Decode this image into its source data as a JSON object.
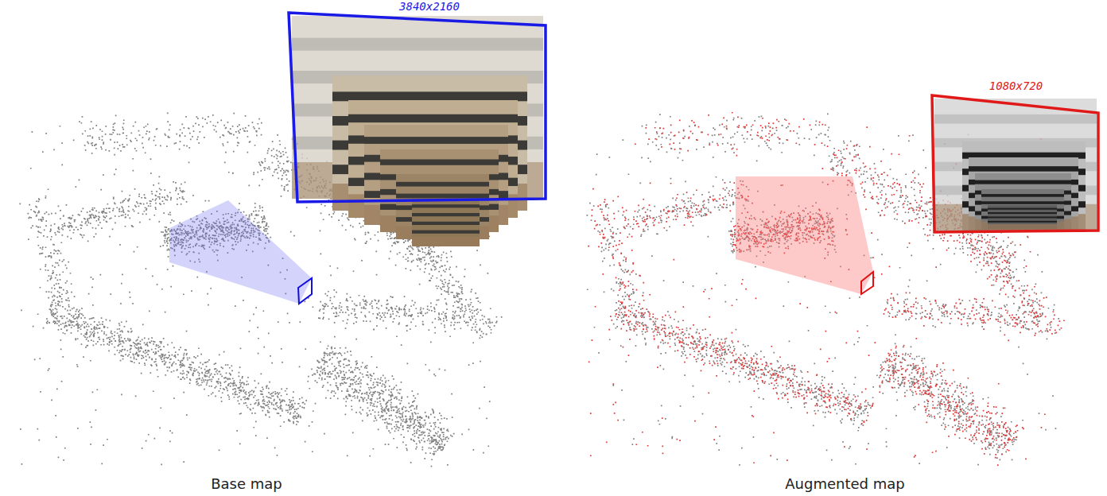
{
  "diagram": {
    "nodes": [
      {
        "text": [
          "3840x2160"
        ]
      },
      {
        "text": [
          "1080x720"
        ]
      }
    ],
    "labels": [
      "Base map",
      "Augmented map"
    ]
  }
}
